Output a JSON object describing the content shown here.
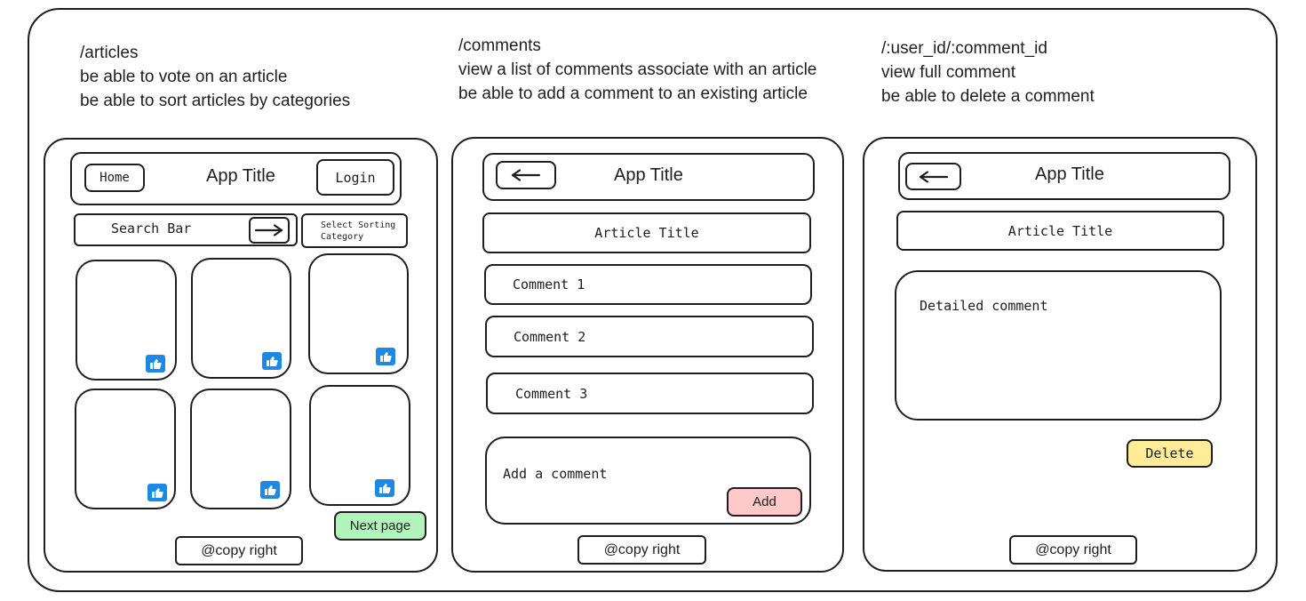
{
  "colors": {
    "stroke": "#1e1e1e",
    "like": "#1e88e5",
    "next_page_bg": "#b2f2bb",
    "add_bg": "#ffc9c9",
    "delete_bg": "#ffec99"
  },
  "articles": {
    "notes": [
      "/articles",
      "be able to vote on an article",
      "be able to sort articles by categories"
    ],
    "home_label": "Home",
    "app_title": "App Title",
    "login_label": "Login",
    "search_label": "Search Bar",
    "sort_label": "Select Sorting Category",
    "next_label": "Next page",
    "copyright": "@copy right",
    "cards": [
      {
        "icon": "thumbs-up-icon"
      },
      {
        "icon": "thumbs-up-icon"
      },
      {
        "icon": "thumbs-up-icon"
      },
      {
        "icon": "thumbs-up-icon"
      },
      {
        "icon": "thumbs-up-icon"
      },
      {
        "icon": "thumbs-up-icon"
      }
    ]
  },
  "comments": {
    "notes": [
      "/comments",
      "view a list of comments associate with an article",
      "be able to add a comment to an existing article"
    ],
    "back_icon": "arrow-left-icon",
    "app_title": "App Title",
    "article_title": "Article Title",
    "items": [
      "Comment 1",
      "Comment 2",
      "Comment 3"
    ],
    "add_placeholder": "Add a comment",
    "add_label": "Add",
    "copyright": "@copy right"
  },
  "comment_detail": {
    "notes": [
      "/:user_id/:comment_id",
      "view full comment",
      "be able to delete a comment"
    ],
    "back_icon": "arrow-left-icon",
    "app_title": "App Title",
    "article_title": "Article Title",
    "detail_text": "Detailed comment",
    "delete_label": "Delete",
    "copyright": "@copy right"
  }
}
